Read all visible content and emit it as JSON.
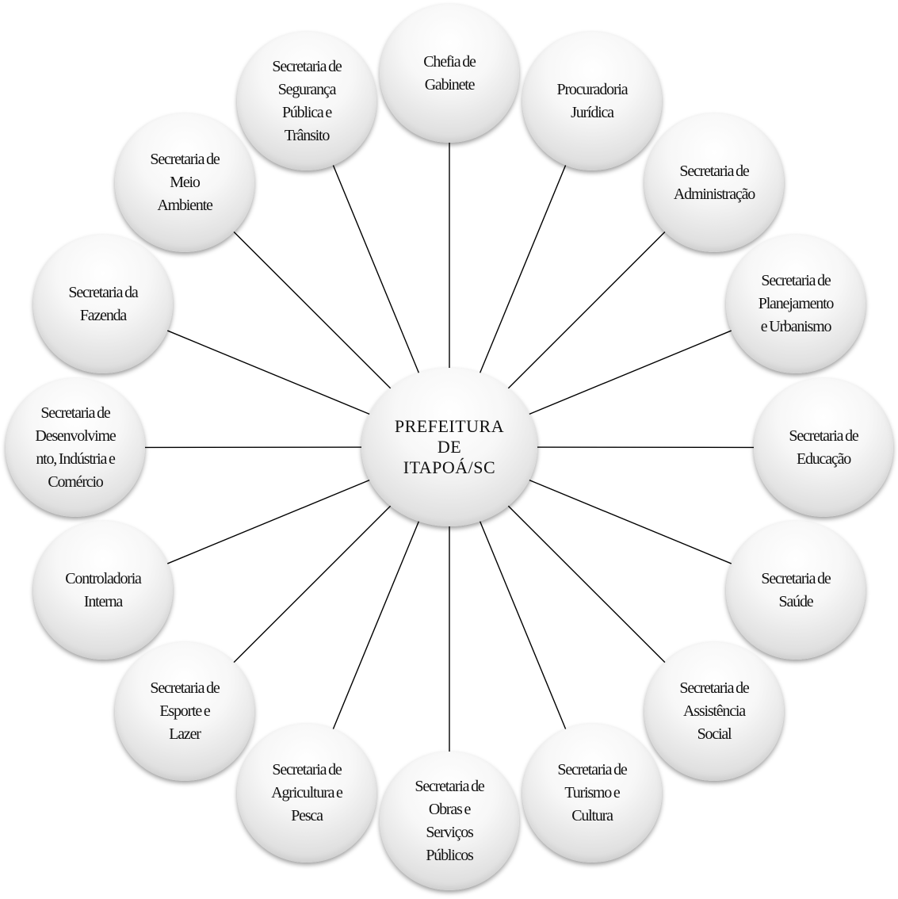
{
  "center": {
    "label": "PREFEITURA\nDE\nITAPOÁ/SC"
  },
  "departments": [
    {
      "label": "Chefia de\nGabinete"
    },
    {
      "label": "Procuradoria\nJurídica"
    },
    {
      "label": "Secretaria de\nAdministração"
    },
    {
      "label": "Secretaria de\nPlanejamento\ne Urbanismo"
    },
    {
      "label": "Secretaria de\nEducação"
    },
    {
      "label": "Secretaria de\nSaúde"
    },
    {
      "label": "Secretaria de\nAssistência\nSocial"
    },
    {
      "label": "Secretaria de\nTurismo e\nCultura"
    },
    {
      "label": "Secretaria de\nObras e\nServiços\nPúblicos"
    },
    {
      "label": "Secretaria de\nAgricultura e\nPesca"
    },
    {
      "label": "Secretaria de\nEsporte e\nLazer"
    },
    {
      "label": "Controladoria\nInterna"
    },
    {
      "label": "Secretaria de\nDesenvolvime\nnto, Indústria e\nComércio"
    },
    {
      "label": "Secretaria da\nFazenda"
    },
    {
      "label": "Secretaria de\nMeio\nAmbiente"
    },
    {
      "label": "Secretaria de\nSegurança\nPública e\nTrânsito"
    }
  ],
  "colors": {
    "line": "#000000",
    "text": "#111111",
    "node_fill": "#f2f2f2"
  }
}
